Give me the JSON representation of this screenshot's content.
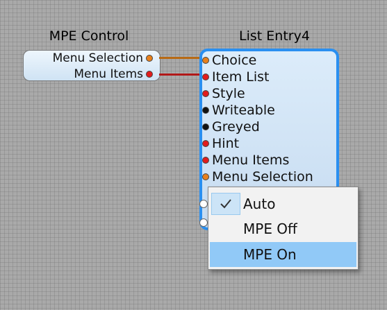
{
  "source_module": {
    "title": "MPE Control",
    "outputs": [
      {
        "label": "Menu Selection",
        "pin_color": "#e8801c"
      },
      {
        "label": "Menu Items",
        "pin_color": "#e21c1c"
      }
    ]
  },
  "target_module": {
    "title": "List Entry4",
    "inputs": [
      {
        "label": "Choice",
        "pin_color": "#e8801c"
      },
      {
        "label": "Item List",
        "pin_color": "#e21c1c"
      },
      {
        "label": "Style",
        "pin_color": "#e21c1c"
      },
      {
        "label": "Writeable",
        "pin_color": "#111111"
      },
      {
        "label": "Greyed",
        "pin_color": "#111111"
      },
      {
        "label": "Hint",
        "pin_color": "#e21c1c"
      },
      {
        "label": "Menu Items",
        "pin_color": "#e21c1c"
      },
      {
        "label": "Menu Selection",
        "pin_color": "#e8801c"
      }
    ],
    "border_color": "#2a8ff0"
  },
  "wires": {
    "selection_color": "#b86a14",
    "items_color": "#b21818"
  },
  "context_menu": {
    "items": [
      {
        "label": "Auto",
        "checked": true,
        "highlighted": false
      },
      {
        "label": "MPE Off",
        "checked": false,
        "highlighted": false
      },
      {
        "label": "MPE On",
        "checked": false,
        "highlighted": true
      }
    ],
    "highlight_color": "#91c9f7"
  }
}
